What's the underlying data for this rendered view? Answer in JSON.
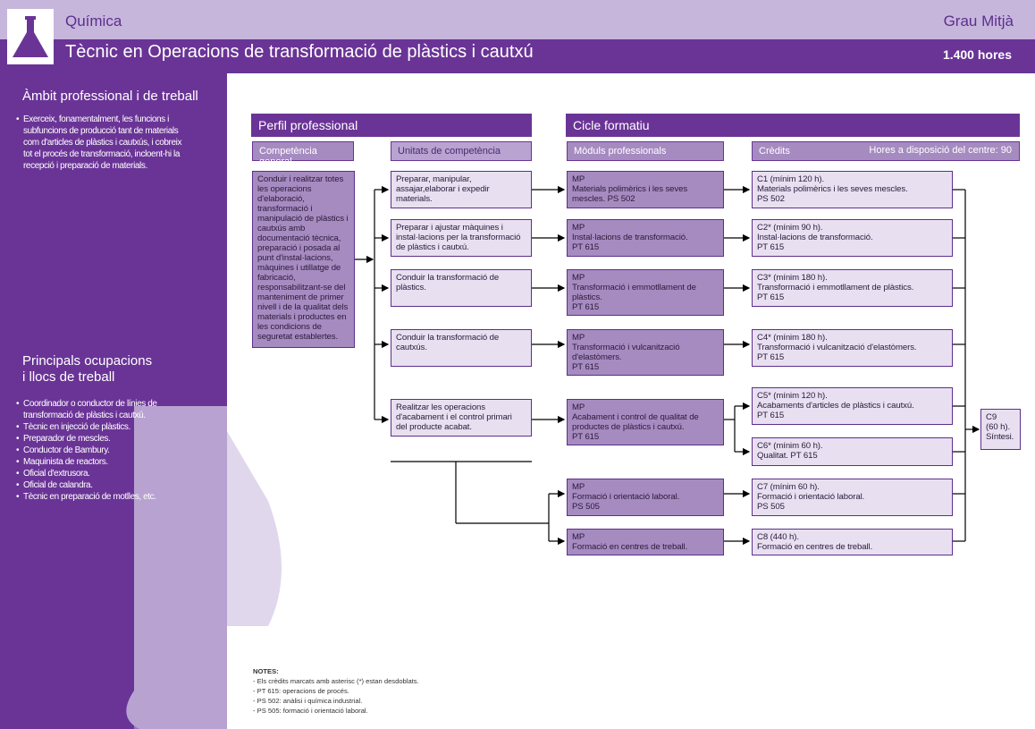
{
  "header": {
    "category": "Química",
    "level": "Grau Mitjà",
    "title": "Tècnic en Operacions de transformació de plàstics i cautxú",
    "hours": "1.400 hores"
  },
  "left": {
    "ambit_title": "Àmbit professional i de treball",
    "ambit_lines": [
      "Exerceix, fonamentalment, les funcions i",
      "subfuncions de producció tant de materials",
      "com d'articles de plàstics i cautxús, i cobreix",
      "tot el procés de transformació, incloent-hi la",
      "recepció i preparació de materials."
    ],
    "ocup_title_1": "Principals ocupacions",
    "ocup_title_2": "i llocs de treball",
    "ocupacions": [
      [
        "Coordinador o conductor de línies de",
        "transformació de plàstics i cautxú."
      ],
      [
        "Tècnic en injecció de plàstics."
      ],
      [
        "Preparador de mescles."
      ],
      [
        "Conductor de Bambury."
      ],
      [
        "Maquinista de reactors."
      ],
      [
        "Oficial d'extrusora."
      ],
      [
        "Oficial de calandra."
      ],
      [
        "Tècnic en preparació de motlles, etc."
      ]
    ]
  },
  "sections": {
    "perfil": "Perfil professional",
    "cicle": "Cicle formatiu",
    "comp_general": "Competència general",
    "unitats": "Unitats de competència",
    "moduls": "Mòduls professionals",
    "credits": "Crèdits",
    "hores_centre": "Hores a disposició del centre: 90"
  },
  "competencia": "Conduir i realitzar totes\nles operacions\nd'elaboració,\ntransformació i\nmanipulació de plàstics i\ncautxús amb\ndocumentació tècnica,\npreparació i posada al\npunt d'instal·lacions,\nmàquines i utillatge de\nfabricació,\nresponsabilitzant-se del\nmanteniment de primer\nnivell i de la qualitat dels\nmaterials i productes en\nles condicions de\nseguretat establertes.",
  "unitats": [
    "Preparar, manipular,\nassajar,elaborar i expedir\nmaterials.",
    "Preparar i ajustar màquines i\ninstal·lacions per la transformació\nde plàstics i cautxú.",
    "Conduir la transformació de\nplàstics.",
    "Conduir la transformació de\ncautxús.",
    "Realitzar les operacions\nd'acabament i el control primari\ndel producte acabat."
  ],
  "moduls": [
    "MP\nMaterials polimèrics i les seves\nmescles. PS 502",
    "MP\nInstal·lacions de transformació.\nPT 615",
    "MP\nTransformació i emmotllament de\nplàstics.\nPT 615",
    "MP\nTransformació i vulcanització\nd'elastòmers.\nPT 615",
    "MP\nAcabament i control de qualitat de\nproductes de plàstics i cautxú.\nPT 615",
    "MP\nFormació i orientació laboral.\nPS 505",
    "MP\nFormació en centres de treball."
  ],
  "credits": [
    "C1 (mínim 120 h).\nMaterials polimèrics i les seves mescles.\nPS 502",
    "C2* (mínim 90 h).\nInstal·lacions de transformació.\nPT 615",
    "C3* (mínim 180 h).\nTransformació i emmotllament de plàstics.\nPT 615",
    "C4* (mínim 180 h).\nTransformació i vulcanització d'elastòmers.\nPT 615",
    "C5* (mínim 120 h).\nAcabaments d'articles de plàstics i cautxú.\nPT 615",
    "C6* (mínim 60 h).\nQualitat. PT 615",
    "C7 (mínim 60 h).\nFormació i orientació laboral.\nPS 505",
    "C8 (440 h).\nFormació en centres de treball."
  ],
  "c9": "C9\n(60 h).\nSíntesi.",
  "notes": {
    "title": "NOTES:",
    "lines": [
      "- Els crèdits marcats amb asterisc (*) estan desdoblats.",
      "- PT 615: operacions de procés.",
      "- PS 502: anàlisi i química industrial.",
      "- PS 505: formació i orientació laboral."
    ]
  },
  "colors": {
    "dark_purple": "#6a3496",
    "light_purple": "#c6b6dc",
    "box_mid": "#a68bc1",
    "box_light": "#e8e0f1"
  },
  "icons": [
    "flask-icon"
  ]
}
